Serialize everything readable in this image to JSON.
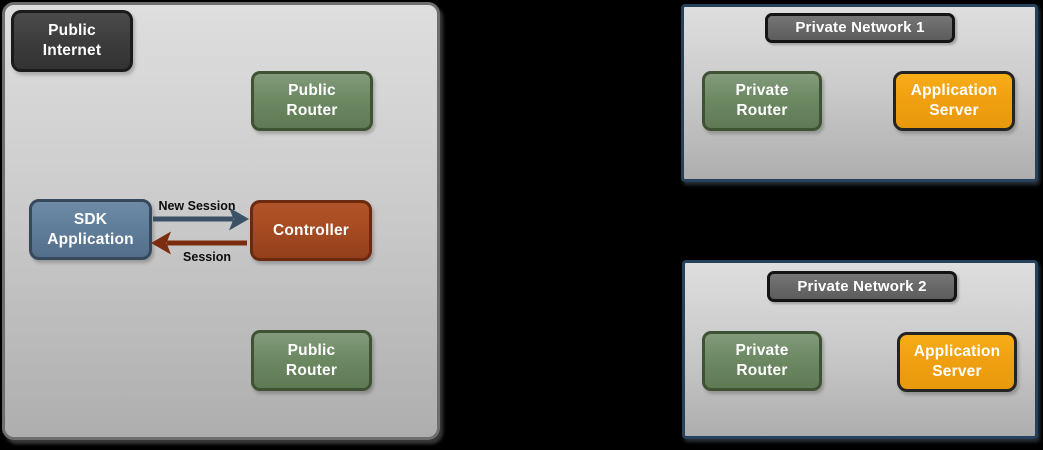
{
  "diagram": {
    "public_zone": {
      "nodes": {
        "public_internet": "Public\nInternet",
        "public_router_top": "Public\nRouter",
        "sdk_application": "SDK\nApplication",
        "controller": "Controller",
        "public_router_bottom": "Public\nRouter"
      },
      "flows": {
        "new_session": "New Session",
        "session": "Session"
      }
    },
    "private_networks": [
      {
        "title": "Private Network 1",
        "router": "Private\nRouter",
        "server": "Application\nServer"
      },
      {
        "title": "Private Network 2",
        "router": "Private\nRouter",
        "server": "Application\nServer"
      }
    ],
    "palette": {
      "background": "#000000",
      "zone_fill_top": "#dedede",
      "zone_fill_bottom": "#aeaeae",
      "public_zone_border": "#6e6e6e",
      "private_network_border": "#24425e",
      "dark_node_fill": "#3d3d3d",
      "green_node_fill": "#6d8a63",
      "green_node_border": "#3f5233",
      "blue_node_fill": "#607e9a",
      "blue_node_border": "#35485c",
      "rust_node_fill": "#a64b22",
      "rust_node_border": "#6b2a10",
      "orange_node_fill": "#f0a011",
      "orange_node_border": "#242424",
      "network_label_fill": "#686868",
      "new_session_arrow_color": "#3d5166",
      "session_arrow_color": "#7c2d10"
    }
  }
}
